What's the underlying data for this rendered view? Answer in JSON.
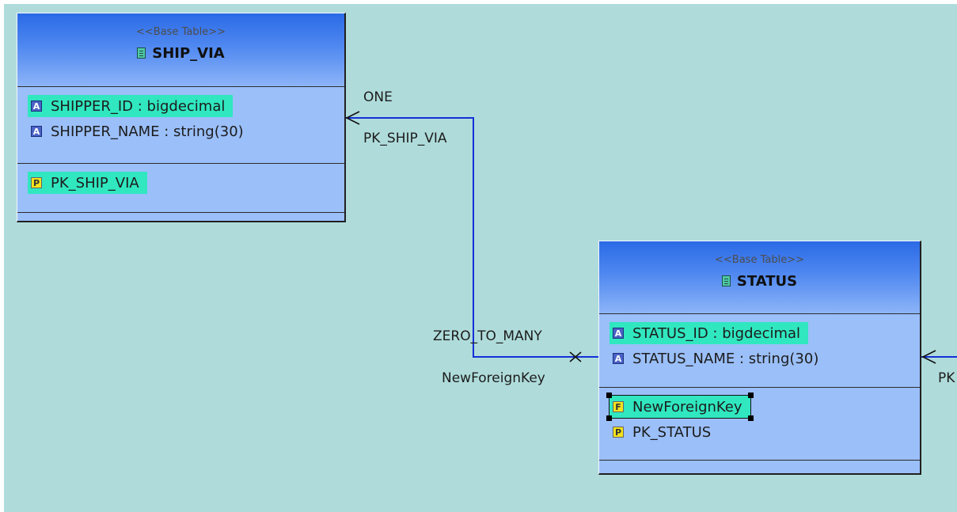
{
  "diagram": {
    "background_color": "#afdcdb",
    "tables": [
      {
        "stereotype": "<<Base Table>>",
        "name": "SHIP_VIA",
        "icon": "table-icon",
        "attributes": [
          {
            "text": "SHIPPER_ID : bigdecimal",
            "badge": "A",
            "highlighted": true
          },
          {
            "text": "SHIPPER_NAME : string(30)",
            "badge": "A",
            "highlighted": false
          }
        ],
        "keys": [
          {
            "text": "PK_SHIP_VIA",
            "badge": "P",
            "highlighted": true
          }
        ]
      },
      {
        "stereotype": "<<Base Table>>",
        "name": "STATUS",
        "icon": "table-icon",
        "attributes": [
          {
            "text": "STATUS_ID : bigdecimal",
            "badge": "A",
            "highlighted": true
          },
          {
            "text": "STATUS_NAME : string(30)",
            "badge": "A",
            "highlighted": false
          }
        ],
        "keys": [
          {
            "text": "NewForeignKey",
            "badge": "F",
            "highlighted": true,
            "selected": true
          },
          {
            "text": "PK_STATUS",
            "badge": "P",
            "highlighted": false
          }
        ]
      }
    ],
    "relationships": [
      {
        "source_cardinality": "ONE",
        "source_role": "PK_SHIP_VIA",
        "target_cardinality": "ZERO_TO_MANY",
        "target_role": "NewForeignKey",
        "color": "#1530d8"
      },
      {
        "partial_label": "PK",
        "color": "#1530d8"
      }
    ]
  }
}
